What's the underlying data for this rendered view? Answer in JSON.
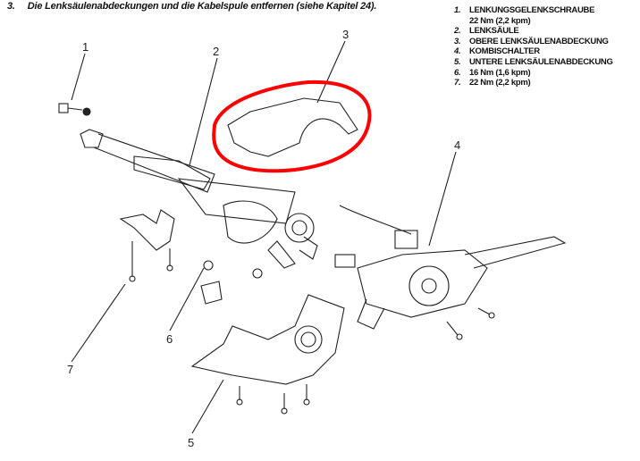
{
  "instruction": {
    "number": "3.",
    "text": "Die Lenksäulenabdeckungen und die Kabelspule entfernen (siehe Kapitel 24)."
  },
  "legend": [
    {
      "num": "1.",
      "text": "LENKUNGSGELENKSCHRAUBE",
      "sub": "22 Nm (2,2 kpm)"
    },
    {
      "num": "2.",
      "text": "LENKSÄULE"
    },
    {
      "num": "3.",
      "text": "OBERE LENKSÄULENABDECKUNG"
    },
    {
      "num": "4.",
      "text": "KOMBISCHALTER"
    },
    {
      "num": "5.",
      "text": "UNTERE LENKSÄULENABDECKUNG"
    },
    {
      "num": "6.",
      "text": "16 Nm (1,6 kpm)"
    },
    {
      "num": "7.",
      "text": "22 Nm (2,2 kpm)"
    }
  ],
  "callouts": [
    "1",
    "2",
    "3",
    "4",
    "5",
    "6",
    "7"
  ],
  "highlight_color": "#ff0000"
}
